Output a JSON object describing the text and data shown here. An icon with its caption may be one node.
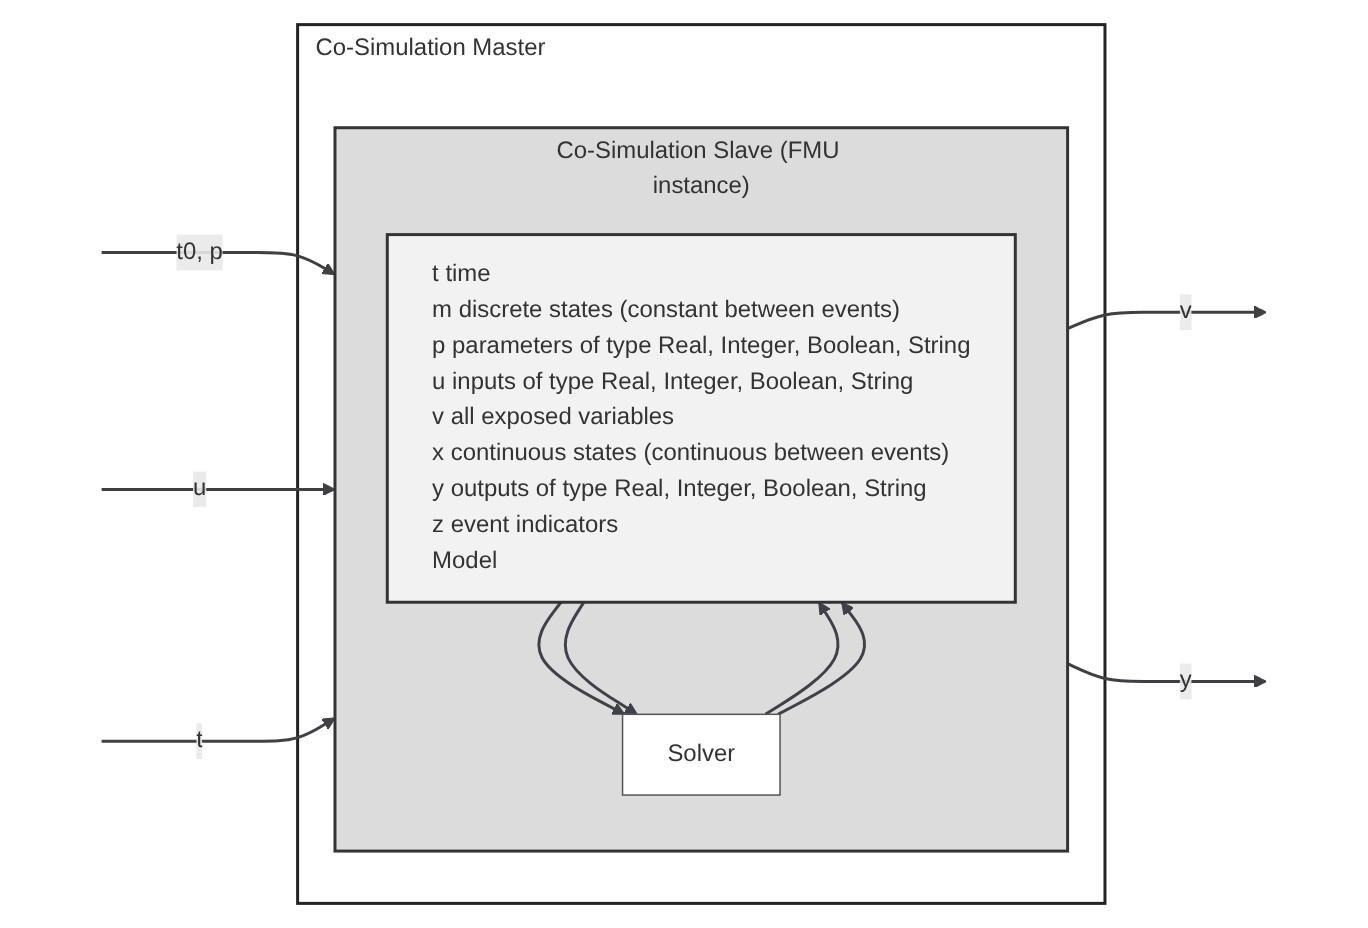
{
  "diagram": {
    "nodes": [
      {
        "text": [
          "Co-Simulation Master"
        ]
      },
      {
        "text": [
          "Co-Simulation Slave (FMU instance)"
        ],
        "in": 0
      },
      {
        "text": [
          "t time",
          "m discrete states (constant between events)",
          "p parameters of type Real, Integer, Boolean, String",
          "u inputs of type Real, Integer, Boolean, String",
          "v all exposed variables",
          "x continuous states (continuous between events)",
          "y outputs of type Real, Integer, Boolean, String",
          "z event indicators",
          "Model"
        ],
        "in": 1
      },
      {
        "text": [
          "Solver"
        ],
        "in": 1
      }
    ],
    "edges": [
      {
        "from": null,
        "to": 1,
        "arrow": "to",
        "label": "t0, p"
      },
      {
        "from": 1,
        "to": null,
        "arrow": "to",
        "label": "v"
      },
      {
        "from": null,
        "to": 1,
        "arrow": "to",
        "label": "u"
      },
      {
        "from": 1,
        "to": null,
        "arrow": "to",
        "label": "y"
      },
      {
        "from": null,
        "to": 1,
        "arrow": "to",
        "label": "t"
      },
      {
        "from": 3,
        "to": 2,
        "arrow": "to"
      },
      {
        "from": 3,
        "to": 2,
        "arrow": "to"
      },
      {
        "from": 2,
        "to": 3,
        "arrow": "to"
      },
      {
        "from": 2,
        "to": 3,
        "arrow": "to"
      }
    ]
  }
}
